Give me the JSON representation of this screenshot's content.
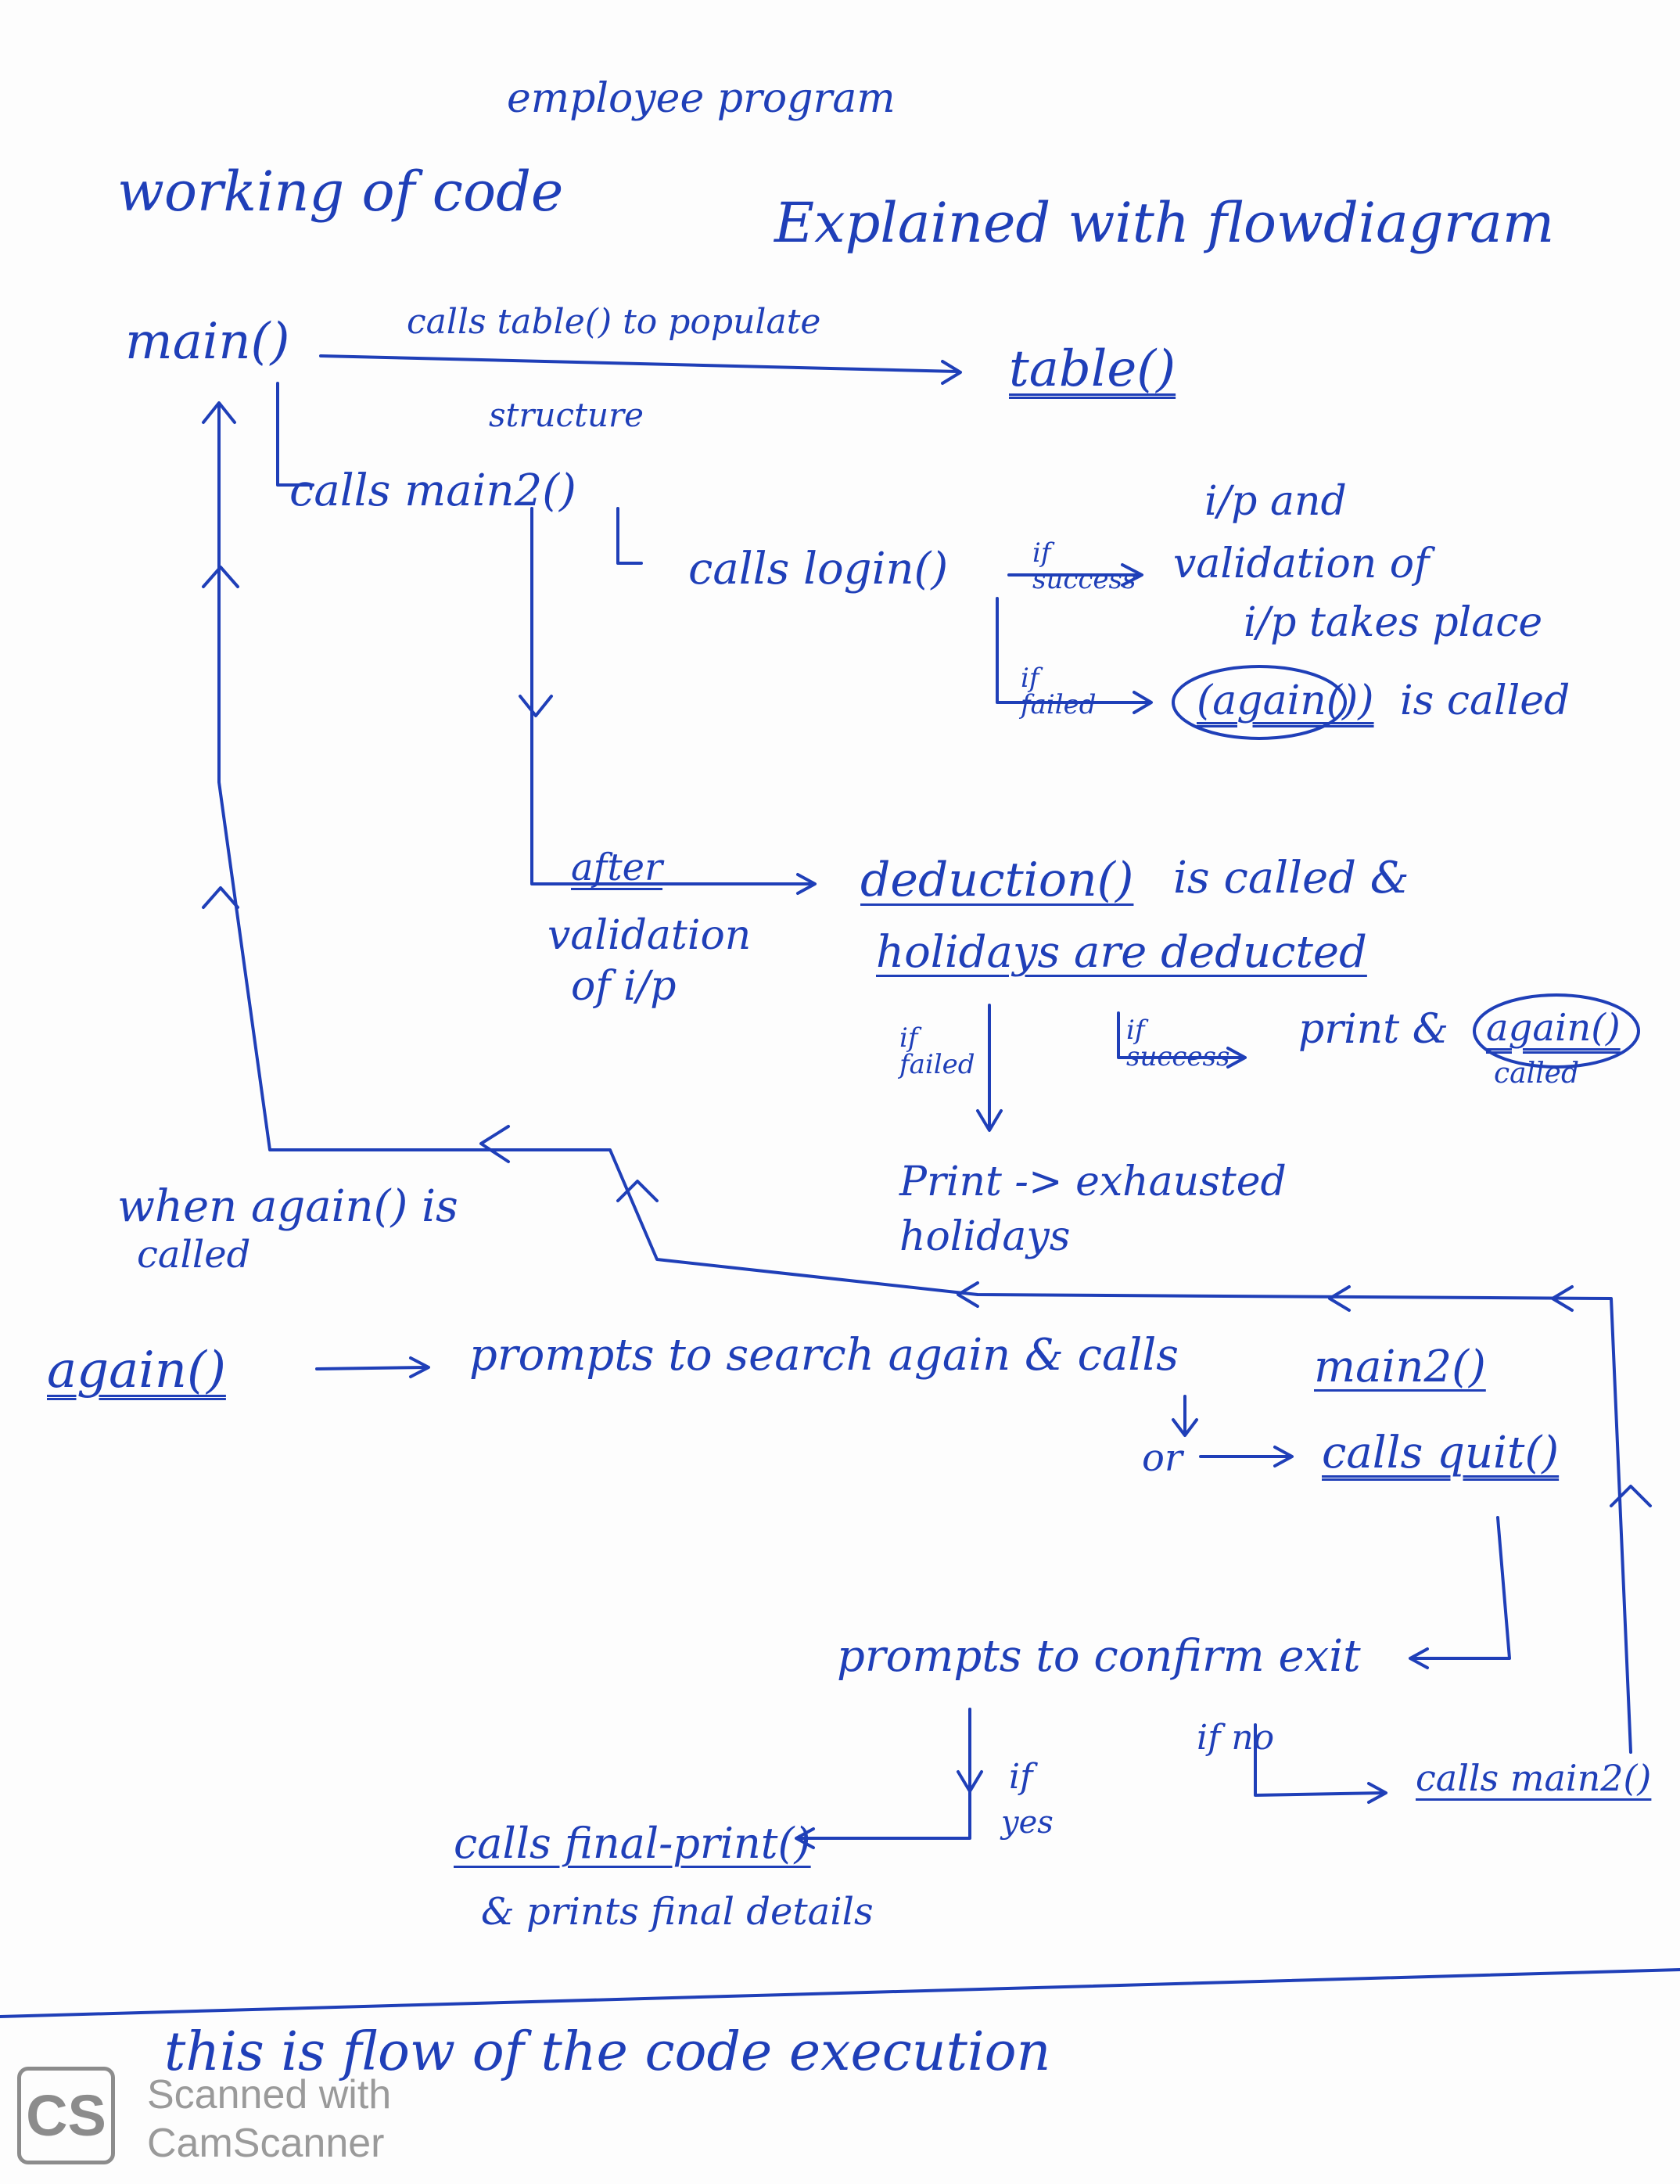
{
  "header": {
    "subtitle": "employee program",
    "title_left": "working of code",
    "title_right": "Explained with flowdiagram"
  },
  "nodes": {
    "main": "main()",
    "main_call_note": "calls table() to populate",
    "structure": "structure",
    "table": "table()",
    "calls_main2": "calls main2()",
    "calls_login": "calls login()",
    "if_success_1": "if success",
    "ip_validation_1": "i/p and",
    "ip_validation_2": "validation of",
    "ip_validation_3": "i/p takes place",
    "if_failed_1": "if failed",
    "again_called": "(again())",
    "is_called": "is called",
    "after": "after",
    "validation_of": "validation",
    "of_ip": "of i/p",
    "deduction": "deduction()",
    "is_called_2": "is called &",
    "holidays_deducted": "holidays are deducted",
    "if_failed_2": "if failed",
    "if_success_2": "if success",
    "print_again": "print &",
    "again_2": "again()",
    "called_2": "called",
    "print_exhausted": "Print -> exhausted",
    "holidays": "holidays",
    "when_again_1": "when again() is",
    "when_again_2": "called",
    "again_def": "again()",
    "prompts_search": "prompts to search again & calls",
    "main2_def": "main2()",
    "or": "or",
    "calls_quit": "calls quit()",
    "prompts_confirm": "prompts to confirm exit",
    "if_no": "if no",
    "calls_main2_end": "calls main2()",
    "if_yes_1": "if",
    "if_yes_2": "yes",
    "calls_final_print": "calls final-print()",
    "prints_final": "& prints final details"
  },
  "footer": {
    "note": "this is flow of the code execution"
  },
  "watermark": {
    "logo": "CS",
    "line1": "Scanned with",
    "line2": "CamScanner"
  },
  "colors": {
    "ink": "#1f3fb8",
    "watermark": "#8c8c8c",
    "paper": "#fdfdfd"
  }
}
